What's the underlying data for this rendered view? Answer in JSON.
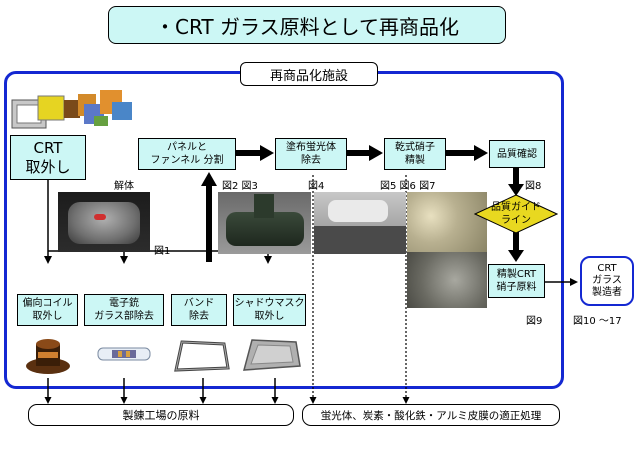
{
  "title": "・CRT ガラス原料として再商品化",
  "facility": {
    "label": "再商品化施設"
  },
  "crt_removal": "CRT\n取外し",
  "main_steps": [
    {
      "label": "パネルと\nファンネル 分割",
      "figs": "図2 図3"
    },
    {
      "label": "塗布蛍光体\n除去",
      "figs": "図4"
    },
    {
      "label": "乾式硝子\n精製",
      "figs": "図5 図6 図7"
    },
    {
      "label": "品質確認",
      "figs": "図8"
    }
  ],
  "dismantle_label": "解体",
  "dismantle_fig": "図1",
  "quality_guide": "品質ガイド\nライン",
  "refined_glass": {
    "label": "精製CRT\n硝子原料",
    "fig": "図9"
  },
  "manufacturer": {
    "label": "CRT\nガラス\n製造者",
    "fig": "図10 ～17"
  },
  "sub_steps": [
    {
      "label": "偏向コイル\n取外し",
      "icon": "deflection-coil-icon"
    },
    {
      "label": "電子銃\nガラス部除去",
      "icon": "electron-gun-icon"
    },
    {
      "label": "バンド\n除去",
      "icon": "band-frame-icon"
    },
    {
      "label": "シャドウマスク\n取外し",
      "icon": "shadow-mask-icon"
    }
  ],
  "outputs": {
    "smelter": "製錬工場の原料",
    "treatment": "蛍光体、炭素・酸化鉄・アルミ皮膜の適正処理"
  },
  "colors": {
    "box_fill": "#ccf7f5",
    "facility_border": "#1428d2",
    "arrow": "#000000"
  }
}
